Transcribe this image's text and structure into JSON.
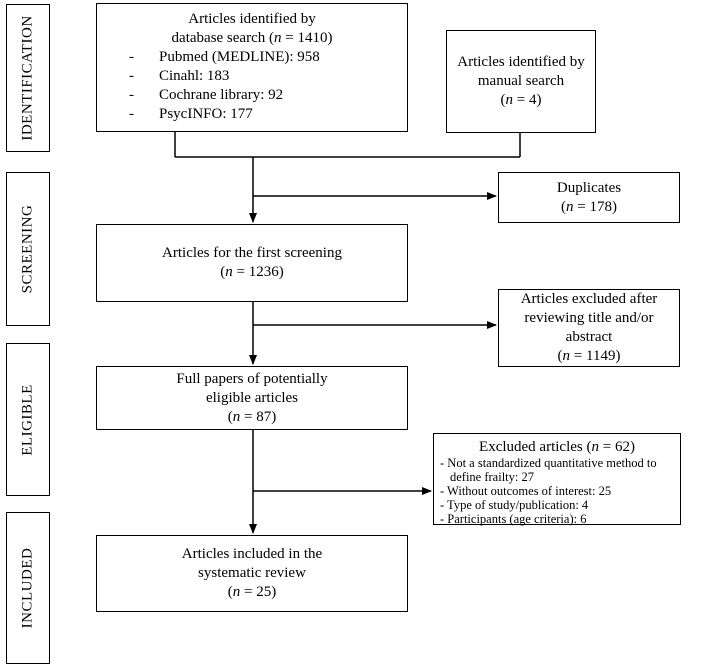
{
  "stages": {
    "identification": "IDENTIFICATION",
    "screening": "SCREENING",
    "eligible": "ELIGIBLE",
    "included": "INCLUDED"
  },
  "db_search": {
    "line1": "Articles identified by",
    "line2_pre": "database search (",
    "n_label": "n",
    "line2_post": " = 1410)",
    "items": [
      "Pubmed (MEDLINE): 958",
      "Cinahl: 183",
      "Cochrane library: 92",
      "PsycINFO: 177"
    ]
  },
  "manual_search": {
    "line1": "Articles identified by",
    "line2": "manual search",
    "n_label": "n",
    "count": " = 4)"
  },
  "duplicates": {
    "line1": "Duplicates",
    "n_label": "n",
    "count": " = 178)"
  },
  "first_screening": {
    "line1": "Articles for the first screening",
    "n_label": "n",
    "count": " = 1236)"
  },
  "excluded_title": {
    "line1": "Articles excluded after",
    "line2": "reviewing title and/or",
    "line3": "abstract",
    "n_label": "n",
    "count": " = 1149)"
  },
  "full_papers": {
    "line1": "Full papers of potentially",
    "line2": "eligible articles",
    "n_label": "n",
    "count": " = 87)"
  },
  "excluded_articles": {
    "title_pre": "Excluded articles (",
    "n_label": "n",
    "title_post": " = 62)",
    "items": [
      "- Not a standardized quantitative method to define frailty: 27",
      "- Without outcomes of interest: 25",
      "- Type of study/publication: 4",
      "- Participants (age criteria): 6"
    ]
  },
  "included": {
    "line1": "Articles included in the",
    "line2": "systematic review",
    "n_label": "n",
    "count": " = 25)"
  }
}
